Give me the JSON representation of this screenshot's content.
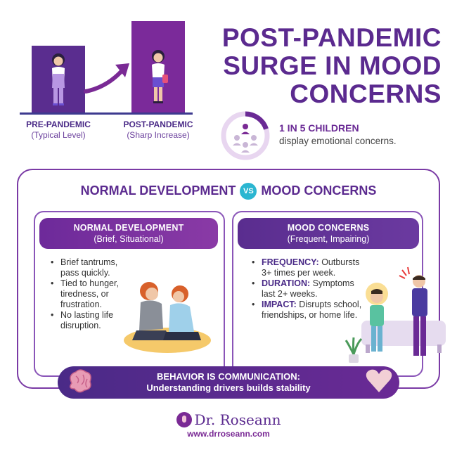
{
  "chart_data": {
    "type": "bar",
    "categories": [
      "PRE-PANDEMIC",
      "POST-PANDEMIC"
    ],
    "category_notes": [
      "(Typical Level)",
      "(Sharp Increase)"
    ],
    "values_relative": [
      0.73,
      1.0
    ]
  },
  "title": "POST-PANDEMIC SURGE IN MOOD CONCERNS",
  "stat": {
    "highlight": "1 IN 5 CHILDREN",
    "text": "display emotional concerns.",
    "fraction": 0.2
  },
  "comparison": {
    "left_title": "NORMAL DEVELOPMENT",
    "vs": "VS",
    "right_title": "MOOD CONCERNS"
  },
  "normal": {
    "title": "NORMAL DEVELOPMENT",
    "subtitle": "(Brief, Situational)",
    "points": [
      "Brief tantrums, pass quickly.",
      "Tied to hunger, tiredness, or frustration.",
      "No lasting life disruption."
    ]
  },
  "mood": {
    "title": "MOOD CONCERNS",
    "subtitle": "(Frequent, Impairing)",
    "points": [
      {
        "label": "FREQUENCY:",
        "text": " Outbursts 3+ times per week."
      },
      {
        "label": "DURATION:",
        "text": " Symptoms last 2+ weeks."
      },
      {
        "label": "IMPACT:",
        "text": " Disrupts school, friendships, or home life."
      }
    ]
  },
  "banner": {
    "line1": "BEHAVIOR IS COMMUNICATION:",
    "line2": "Understanding drivers builds stability"
  },
  "brand": {
    "name": "Dr. Roseann",
    "url": "www.drroseann.com"
  },
  "colors": {
    "primary_purple": "#5b2a8f",
    "accent_teal": "#2bb6d1",
    "brain_pink": "#e89bb5"
  },
  "icons": [
    "girl-figure-icon",
    "upward-arrow-icon",
    "children-circle-icon",
    "brain-icon",
    "heart-icon",
    "shouting-child-icon",
    "parents-comforting-icon",
    "dr-roseann-logo-icon"
  ]
}
